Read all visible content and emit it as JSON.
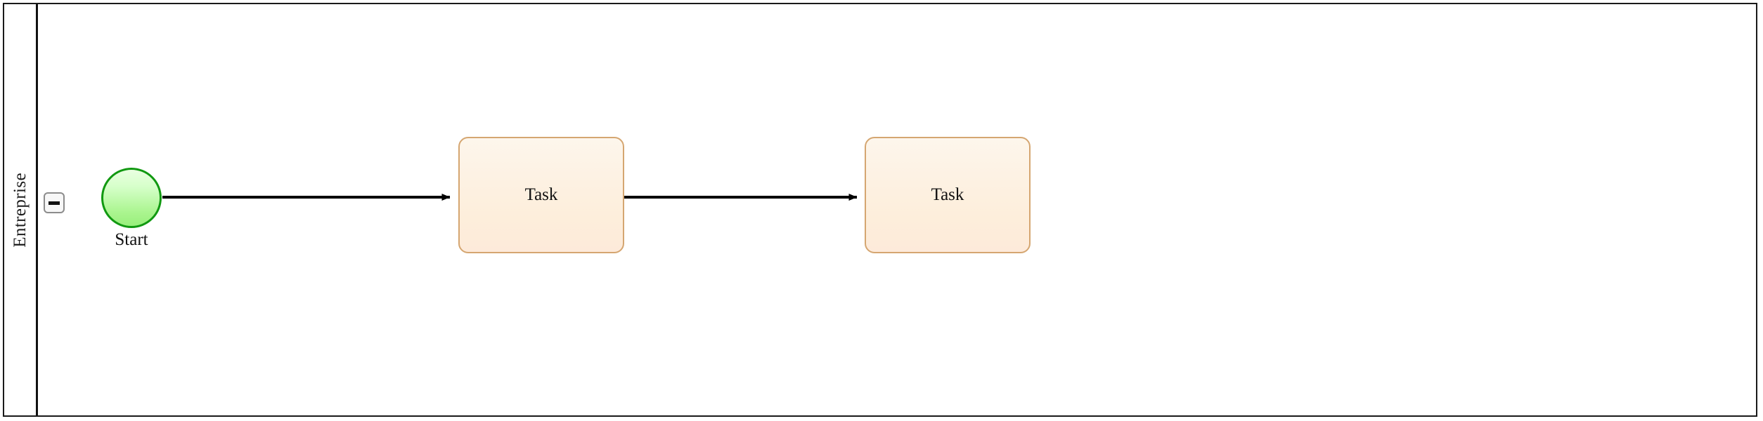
{
  "diagram": {
    "type": "bpmn-process",
    "background_color": "#ffffff",
    "pool": {
      "name": "Entreprise",
      "border_color": "#1a1a1a",
      "header_background": "#ffffff",
      "body_background": "#ffffff",
      "collapse_toggle": {
        "icon": "minus-icon",
        "state": "expanded",
        "tooltip": "Collapse"
      }
    },
    "elements": [
      {
        "id": "start-event-1",
        "kind": "start-event",
        "label": "Start",
        "shape": "circle",
        "fill_top_color": "#eaffe2",
        "fill_bottom_color": "#98ef7c",
        "stroke_color": "#119911"
      },
      {
        "id": "task-1",
        "kind": "task",
        "label": "Task",
        "shape": "rounded-rectangle",
        "fill_color": "#fdf2e4",
        "stroke_color": "#d5a671"
      },
      {
        "id": "task-2",
        "kind": "task",
        "label": "Task",
        "shape": "rounded-rectangle",
        "fill_color": "#fdf2e4",
        "stroke_color": "#d5a671"
      }
    ],
    "flows": [
      {
        "id": "flow-1",
        "kind": "sequence-flow",
        "from": "start-event-1",
        "to": "task-1",
        "label": "",
        "stroke_color": "#000000"
      },
      {
        "id": "flow-2",
        "kind": "sequence-flow",
        "from": "task-1",
        "to": "task-2",
        "label": "",
        "stroke_color": "#000000"
      }
    ]
  }
}
